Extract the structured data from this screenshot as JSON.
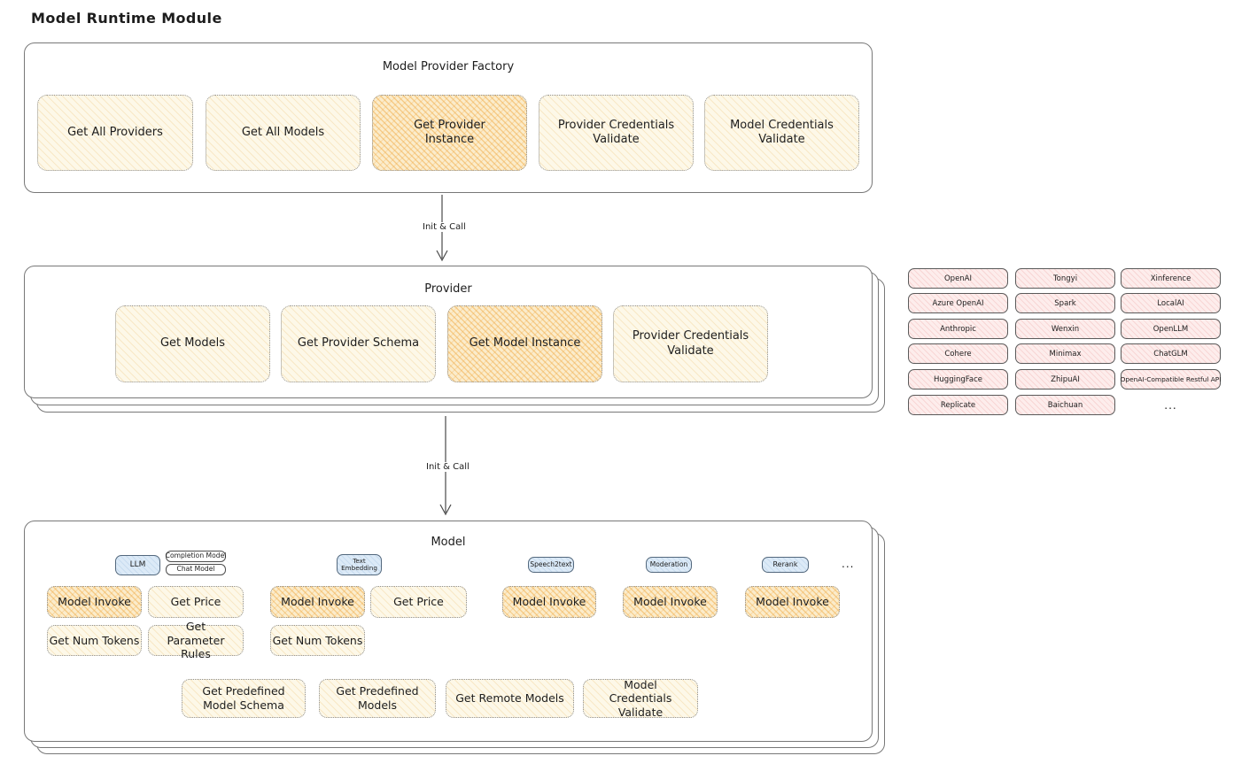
{
  "title": "Model Runtime Module",
  "colors": {
    "yellow_fill": "#fdf8e8",
    "orange_active_fill": "#fbeccb",
    "pink_fill": "#fdedec",
    "blue_fill": "#dceaf7",
    "ink": "#1d1d1d"
  },
  "arrows": {
    "first": "Init & Call",
    "second": "Init & Call"
  },
  "factory": {
    "title": "Model Provider Factory",
    "methods": [
      "Get All Providers",
      "Get All Models",
      "Get Provider Instance",
      "Provider Credentials Validate",
      "Model Credentials Validate"
    ]
  },
  "provider": {
    "title": "Provider",
    "methods": [
      "Get Models",
      "Get Provider Schema",
      "Get Model Instance",
      "Provider Credentials Validate"
    ]
  },
  "providers_grid": {
    "items": [
      "OpenAI",
      "Tongyi",
      "Xinference",
      "Azure OpenAI",
      "Spark",
      "LocalAI",
      "Anthropic",
      "Wenxin",
      "OpenLLM",
      "Cohere",
      "Minimax",
      "ChatGLM",
      "HuggingFace",
      "ZhipuAI",
      "OpenAI-Compatible Restful API",
      "Replicate",
      "Baichuan"
    ],
    "more": "..."
  },
  "model": {
    "title": "Model",
    "tags": [
      "LLM",
      "Completion Model",
      "Chat Model",
      "Text Embedding",
      "Speech2text",
      "Moderation",
      "Rerank"
    ],
    "tags_more": "...",
    "llm_methods": [
      "Model Invoke",
      "Get Price",
      "Get Num Tokens",
      "Get Parameter Rules"
    ],
    "text_embedding_methods": [
      "Model Invoke",
      "Get Price",
      "Get Num Tokens"
    ],
    "speech2text_methods": [
      "Model Invoke"
    ],
    "moderation_methods": [
      "Model Invoke"
    ],
    "rerank_methods": [
      "Model Invoke"
    ],
    "common_methods": [
      "Get Predefined Model Schema",
      "Get Predefined Models",
      "Get Remote Models",
      "Model Credentials Validate"
    ]
  }
}
